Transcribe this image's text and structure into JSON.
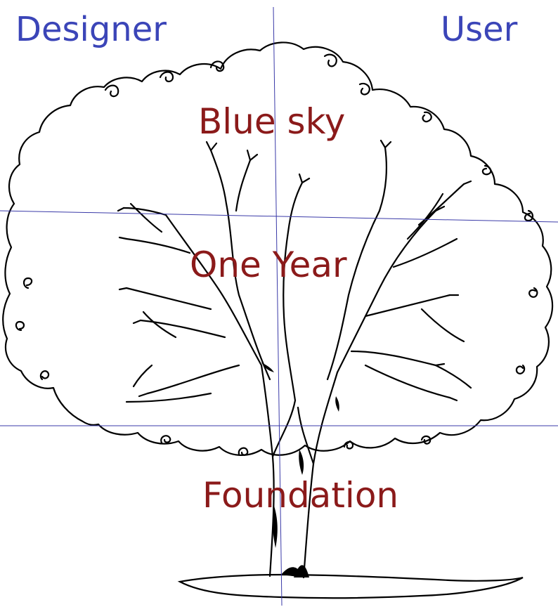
{
  "corners": {
    "left_label": "Designer",
    "right_label": "User"
  },
  "zones": {
    "top": "Blue sky",
    "middle": "One Year",
    "bottom": "Foundation"
  },
  "colors": {
    "corner_text": "#3b45b8",
    "zone_text": "#8b1a1a",
    "grid_line": "#3a3aa8",
    "tree_ink": "#000000",
    "background": "#ffffff"
  }
}
